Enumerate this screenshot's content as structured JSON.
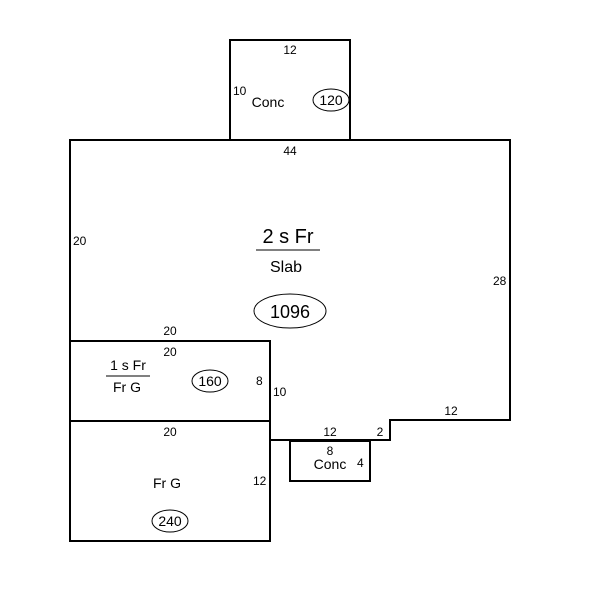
{
  "main_area": {
    "label_top": "2 s Fr",
    "label_bottom": "Slab",
    "area": "1096"
  },
  "dimensions": {
    "main_top": "44",
    "main_left": "20",
    "main_right": "28",
    "main_inner_left": "20",
    "bottom_right": "12",
    "step_2": "2",
    "step_12": "12",
    "jog_10": "10"
  },
  "top_porch": {
    "label": "Conc",
    "area": "120",
    "dim_top": "12",
    "dim_left": "10"
  },
  "wing": {
    "label_top": "1 s Fr",
    "label_bottom": "Fr G",
    "area": "160",
    "dim_top": "20",
    "dim_right": "8"
  },
  "garage": {
    "label": "Fr G",
    "area": "240",
    "dim_top": "20",
    "dim_right": "12"
  },
  "small_porch": {
    "label": "Conc",
    "dim_top": "8",
    "dim_right": "4"
  }
}
